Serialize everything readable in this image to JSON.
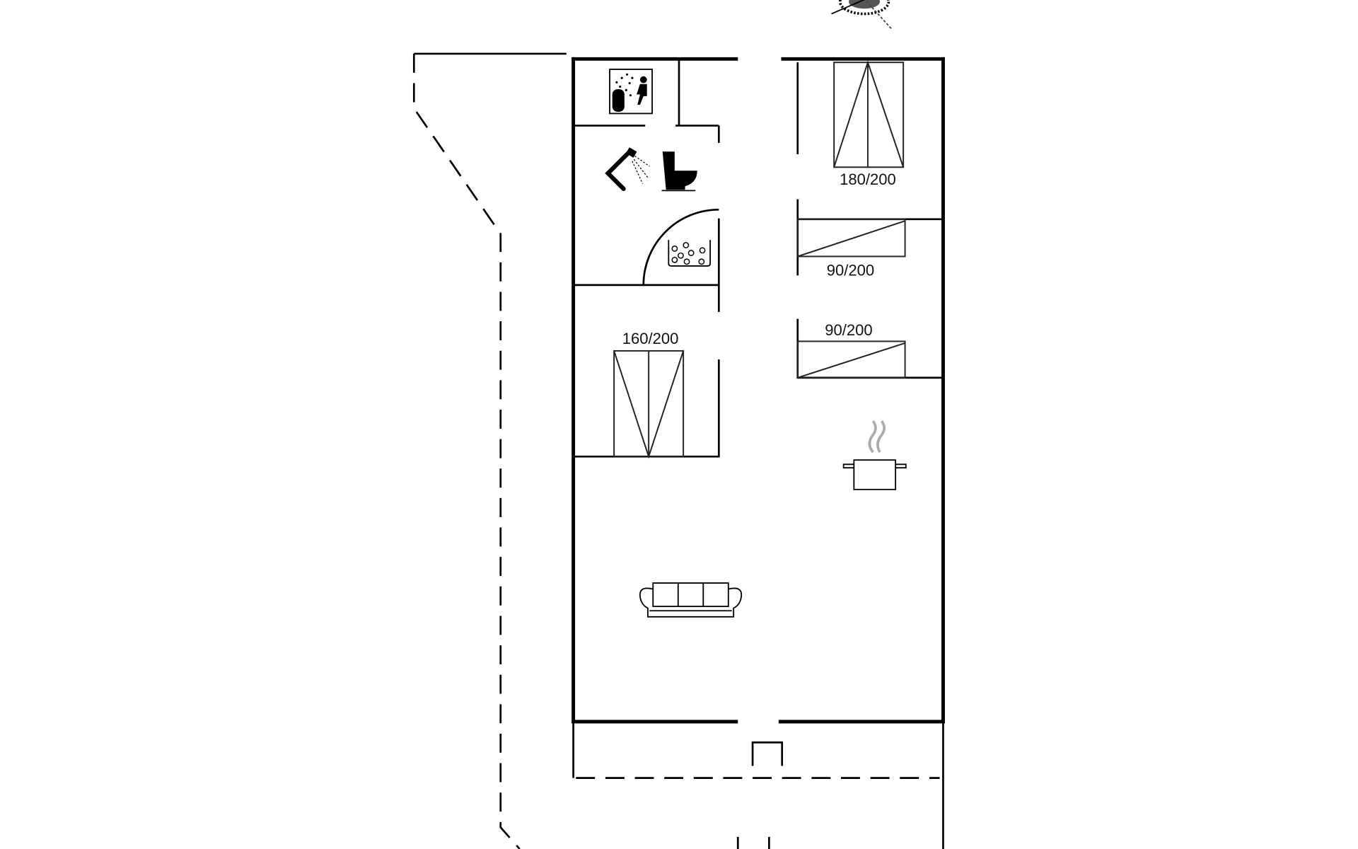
{
  "plan": {
    "beds": [
      {
        "id": "master",
        "label": "180/200"
      },
      {
        "id": "single-1",
        "label": "90/200"
      },
      {
        "id": "single-2",
        "label": "90/200"
      },
      {
        "id": "double",
        "label": "160/200"
      }
    ],
    "icons": [
      "compass-icon",
      "sauna-icon",
      "shower-icon",
      "toilet-icon",
      "whirlpool-tub-icon",
      "cooking-pot-icon",
      "sofa-icon"
    ],
    "colors": {
      "wall": "#000000",
      "steam": "#aaaaaa"
    }
  }
}
